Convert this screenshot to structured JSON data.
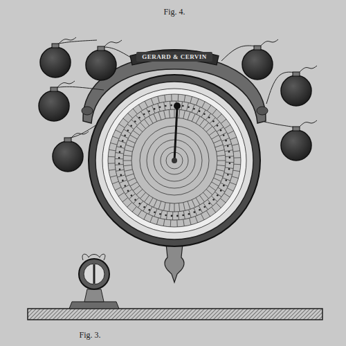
{
  "diagram": {
    "nodes": [
      {
        "text": [
          "GERARD & CERVIN"
        ]
      }
    ],
    "labels": [
      "Fig. 4.",
      "Fig. 3."
    ]
  }
}
